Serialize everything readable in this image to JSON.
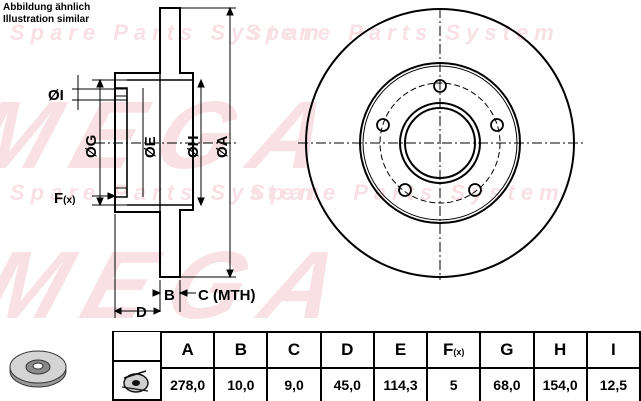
{
  "notes": {
    "line1": "Abbildung ähnlich",
    "line2": "Illustration similar"
  },
  "watermark": {
    "brand": "MEGA",
    "tagline": "Spare Parts System"
  },
  "drawing": {
    "label_i": "ØI",
    "label_g": "ØG",
    "label_e": "ØE",
    "label_h": "ØH",
    "label_a": "ØA",
    "label_f": "F",
    "label_f_sub": "(x)",
    "label_b": "B",
    "label_c": "C (MTH)",
    "label_d": "D"
  },
  "spec_table": {
    "headers": [
      "A",
      "B",
      "C",
      "D",
      "E",
      "F",
      "G",
      "H",
      "I"
    ],
    "f_suffix": "(x)",
    "values": [
      "278,0",
      "10,0",
      "9,0",
      "45,0",
      "114,3",
      "5",
      "68,0",
      "154,0",
      "12,5"
    ]
  },
  "icons": [
    "brake-disc-icon",
    "brake-disc-side-icon"
  ],
  "colors": {
    "line": "#000000",
    "watermark": "#f3c7cf"
  }
}
